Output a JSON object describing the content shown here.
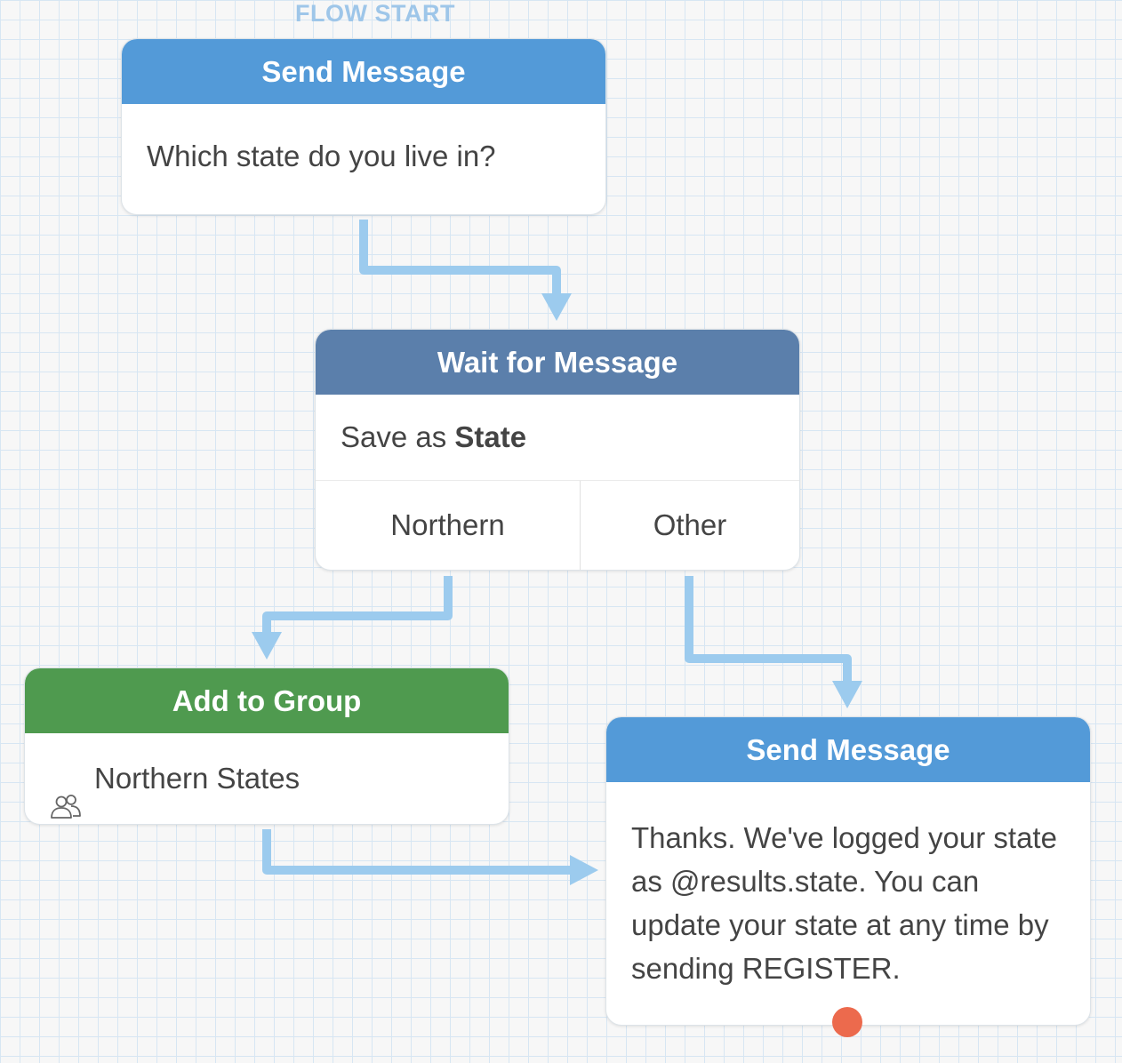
{
  "flow_start_label": "FLOW START",
  "nodes": {
    "send_message_1": {
      "title": "Send Message",
      "text": "Which state do you live in?"
    },
    "wait_for_message": {
      "title": "Wait for Message",
      "save_prefix": "Save as",
      "save_variable": "State",
      "cases": [
        "Northern",
        "Other"
      ]
    },
    "add_to_group": {
      "title": "Add to Group",
      "group_name": "Northern States",
      "icon": "group-icon"
    },
    "send_message_2": {
      "title": "Send Message",
      "text": "Thanks. We've logged your state as @results.state. You can update your state at any time by sending REGISTER."
    }
  },
  "colors": {
    "send_header": "#539ad8",
    "wait_header": "#5b7fab",
    "group_header": "#4f9a4f",
    "connector": "#9ccbee",
    "exit_dot": "#ec6a4d",
    "flow_start": "#9ec6e9"
  }
}
